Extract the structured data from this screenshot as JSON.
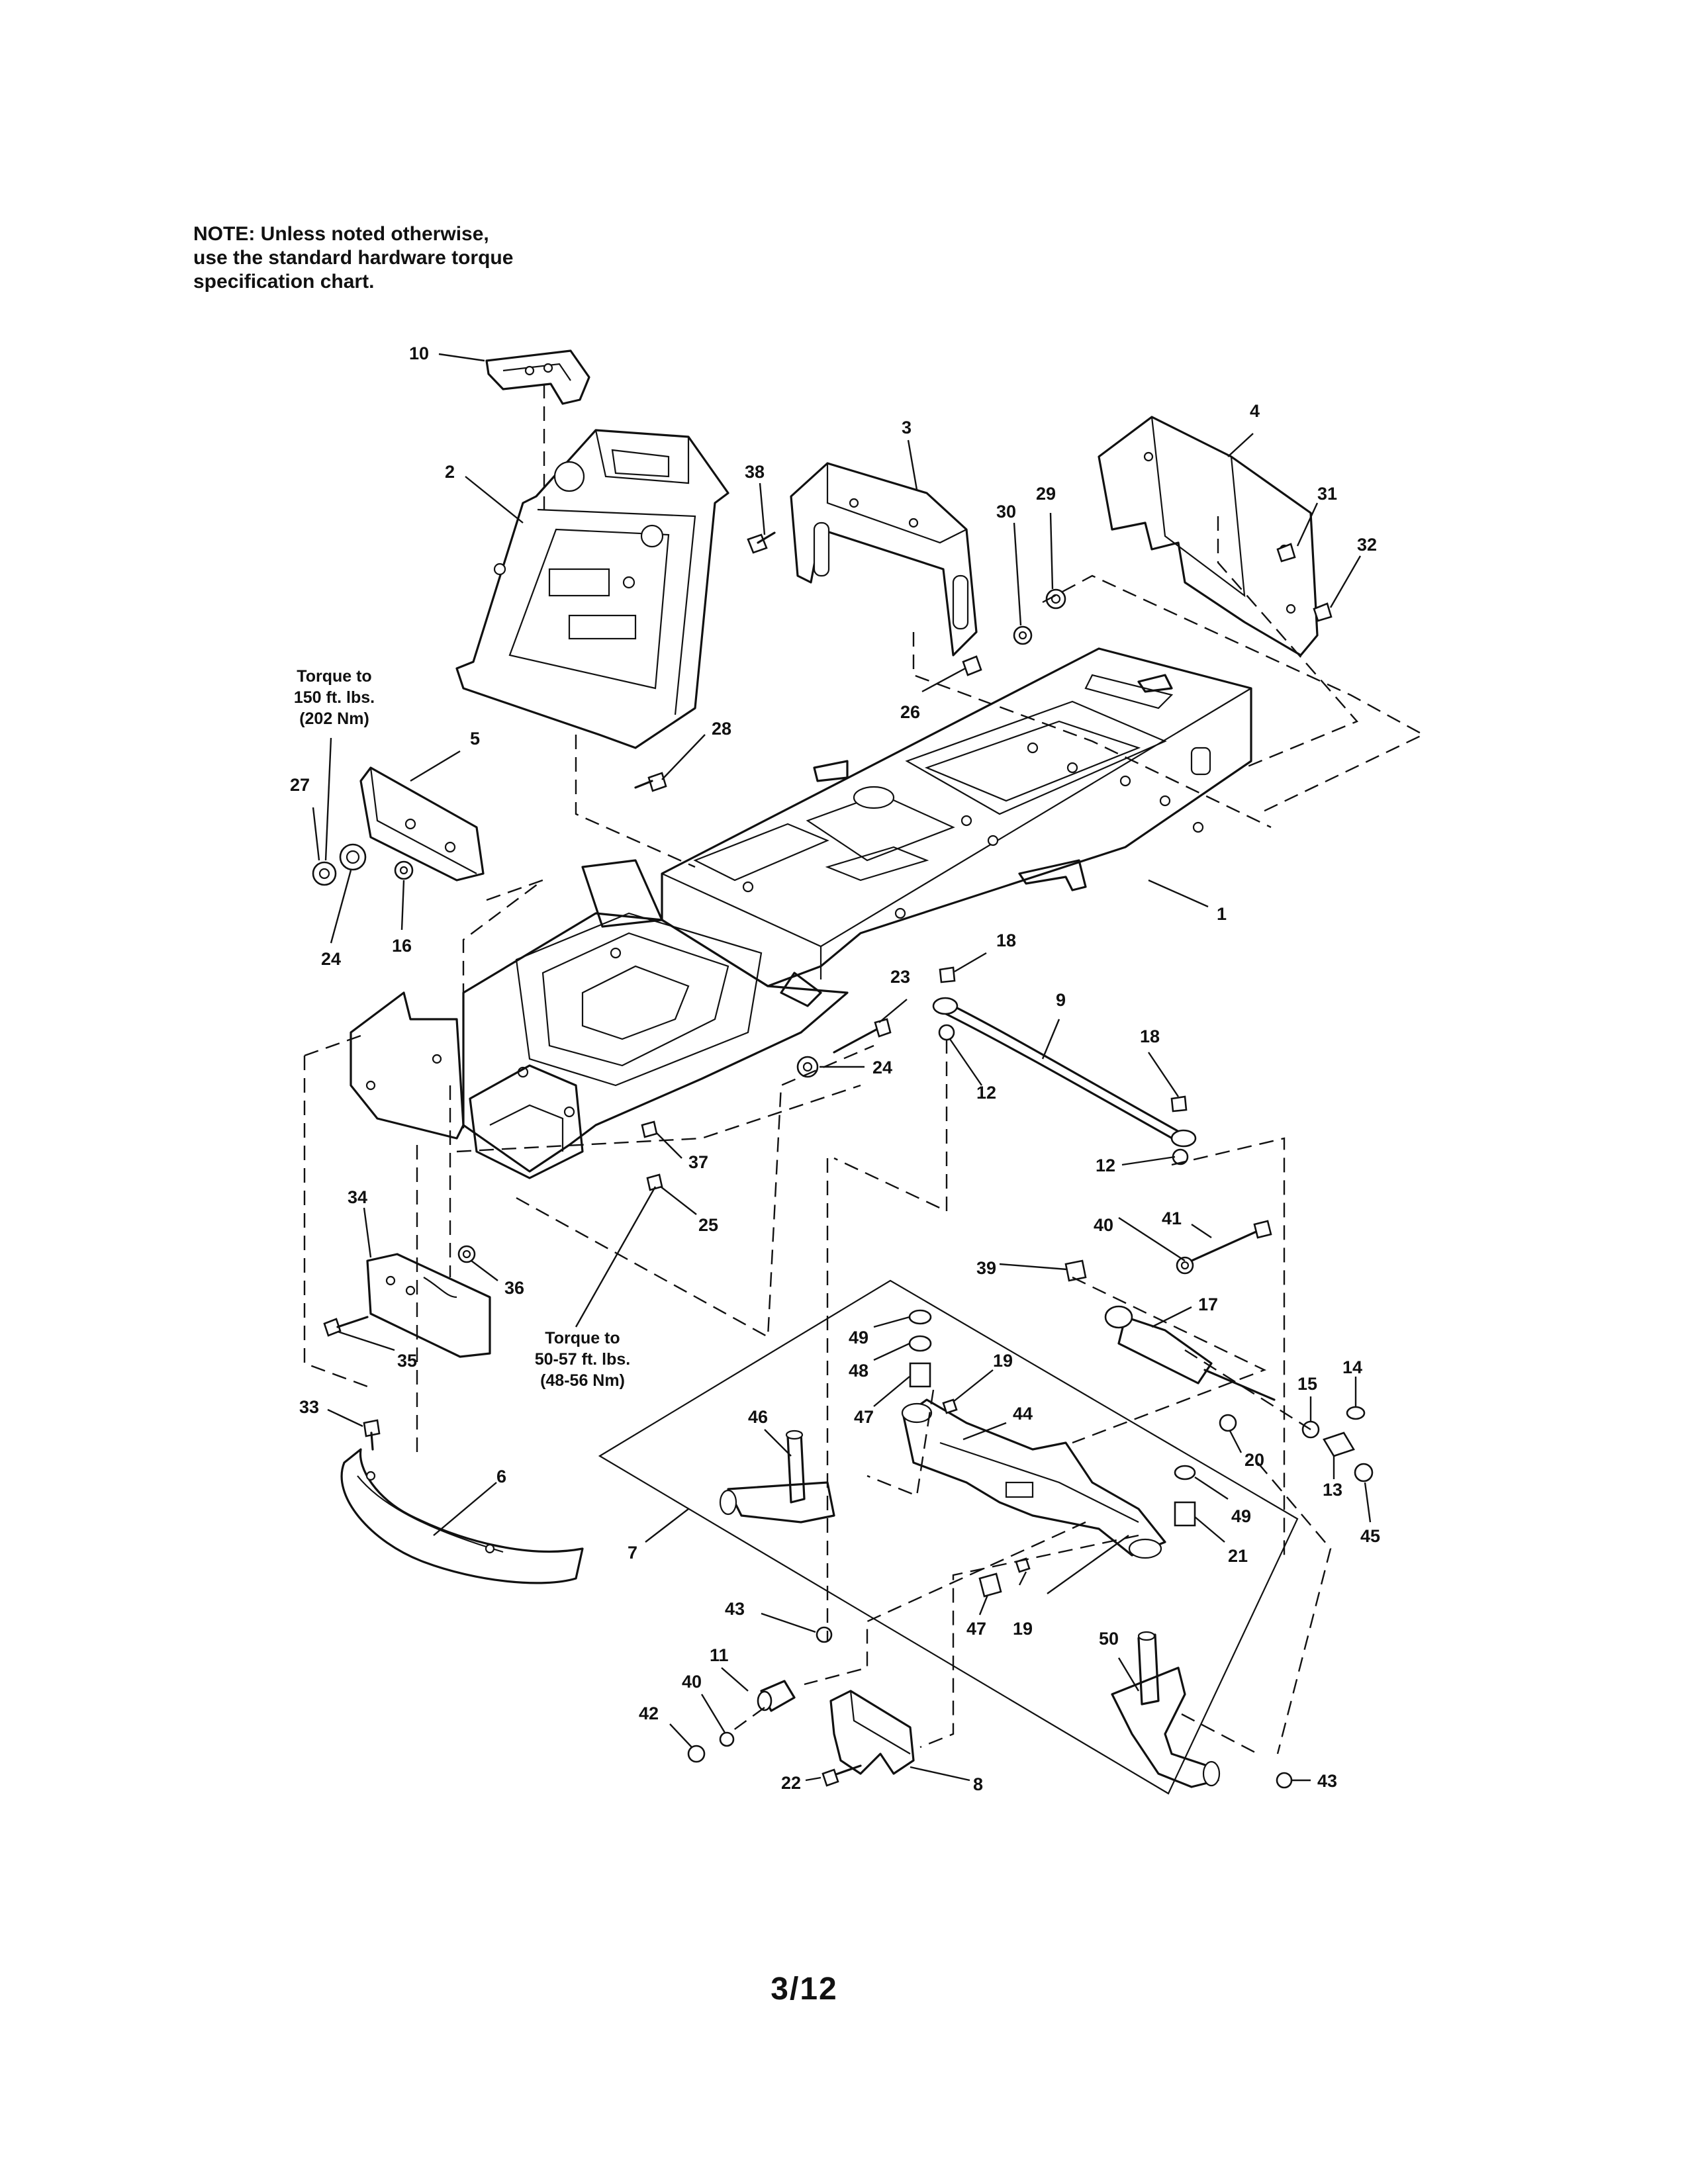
{
  "note": {
    "lines": [
      "NOTE: Unless noted otherwise,",
      "use the standard hardware torque",
      "specification chart."
    ]
  },
  "torque_notes": {
    "upper": [
      "Torque to",
      "150 ft. lbs.",
      "(202 Nm)"
    ],
    "lower": [
      "Torque to",
      "50-57 ft. lbs.",
      "(48-56 Nm)"
    ]
  },
  "callouts": {
    "c1": "1",
    "c2": "2",
    "c3": "3",
    "c4": "4",
    "c5": "5",
    "c6": "6",
    "c7": "7",
    "c8": "8",
    "c9": "9",
    "c10": "10",
    "c11": "11",
    "c12a": "12",
    "c12b": "12",
    "c13": "13",
    "c14": "14",
    "c15": "15",
    "c16": "16",
    "c17": "17",
    "c18a": "18",
    "c18b": "18",
    "c19a": "19",
    "c19b": "19",
    "c20": "20",
    "c21": "21",
    "c22": "22",
    "c23": "23",
    "c24a": "24",
    "c24b": "24",
    "c25": "25",
    "c26": "26",
    "c27": "27",
    "c28": "28",
    "c29": "29",
    "c30": "30",
    "c31": "31",
    "c32": "32",
    "c33": "33",
    "c34": "34",
    "c35": "35",
    "c36": "36",
    "c37": "37",
    "c38": "38",
    "c39": "39",
    "c40a": "40",
    "c40b": "40",
    "c41": "41",
    "c42": "42",
    "c43a": "43",
    "c43b": "43",
    "c44": "44",
    "c45": "45",
    "c46": "46",
    "c47a": "47",
    "c47b": "47",
    "c48": "48",
    "c49a": "49",
    "c49b": "49",
    "c50": "50"
  },
  "page_number": "3/12"
}
